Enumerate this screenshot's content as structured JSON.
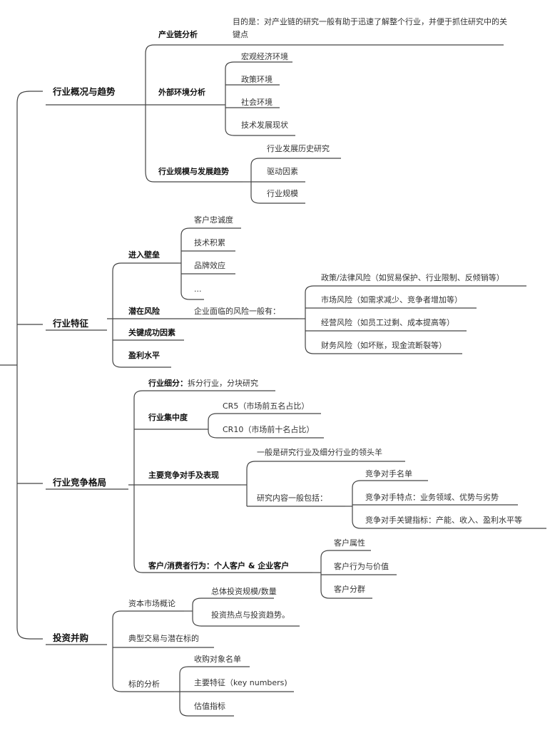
{
  "sections": {
    "s1": {
      "title": "行业概况与趋势",
      "industry_chain": {
        "label": "产业链分析",
        "note": "目的是：对产业链的研究一般有助于迅速了解整个行业，并便于抓住研究中的关键点"
      },
      "external_env": {
        "label": "外部环境分析",
        "items": [
          "宏观经济环境",
          "政策环境",
          "社会环境",
          "技术发展现状"
        ]
      },
      "scale_trend": {
        "label": "行业规模与发展趋势",
        "items": [
          "行业发展历史研究",
          "驱动因素",
          "行业规模"
        ]
      }
    },
    "s2": {
      "title": "行业特征",
      "barriers": {
        "label": "进入壁垒",
        "items": [
          "客户忠诚度",
          "技术积累",
          "品牌效应",
          "..."
        ]
      },
      "risks": {
        "label": "潜在风险",
        "intro": "企业面临的风险一般有：",
        "items": [
          "政策/法律风险（如贸易保护、行业限制、反倾销等）",
          "市场风险（如需求减少、竞争者增加等）",
          "经营风险（如员工过剩、成本提高等）",
          "财务风险（如坏账，现金流断裂等）"
        ]
      },
      "success_factors": {
        "label": "关键成功因素"
      },
      "profit": {
        "label": "盈利水平"
      }
    },
    "s3": {
      "title": "行业竞争格局",
      "segmentation": {
        "label": "行业细分：",
        "note": "拆分行业，分块研究"
      },
      "concentration": {
        "label": "行业集中度",
        "items": [
          "CR5（市场前五名占比）",
          "CR10（市场前十名占比）"
        ]
      },
      "competitors": {
        "label": "主要竞争对手及表现",
        "note": "一般是研究行业及细分行业的领头羊",
        "content_label": "研究内容一般包括：",
        "items": [
          "竞争对手名单",
          "竞争对手特点：业务领域、优势与劣势",
          "竞争对手关键指标：产能、收入、盈利水平等"
        ]
      },
      "customers": {
        "label": "客户/消费者行为：个人客户 & 企业客户",
        "items": [
          "客户属性",
          "客户行为与价值",
          "客户分群"
        ]
      }
    },
    "s4": {
      "title": "投资并购",
      "capital_market": {
        "label": "资本市场概论",
        "items": [
          "总体投资规模/数量",
          "投资热点与投资趋势。"
        ]
      },
      "typical_deals": {
        "label": "典型交易与潜在标的"
      },
      "target_analysis": {
        "label": "标的分析",
        "items": [
          "收购对象名单",
          "主要特征（key numbers)",
          "估值指标"
        ]
      }
    }
  }
}
